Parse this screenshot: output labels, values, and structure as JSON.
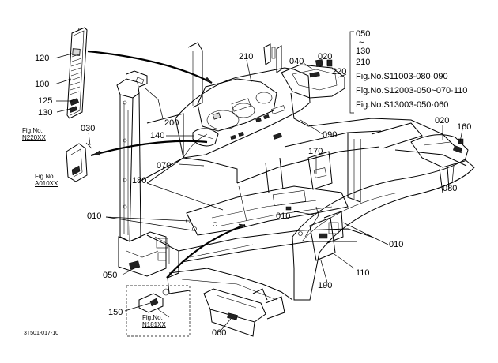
{
  "diagram": {
    "parts": [
      {
        "id": "p120",
        "label": "120"
      },
      {
        "id": "p100",
        "label": "100"
      },
      {
        "id": "p125",
        "label": "125"
      },
      {
        "id": "p130",
        "label": "130"
      },
      {
        "id": "p030",
        "label": "030"
      },
      {
        "id": "p210",
        "label": "210"
      },
      {
        "id": "p040",
        "label": "040"
      },
      {
        "id": "p020a",
        "label": "020"
      },
      {
        "id": "p220",
        "label": "220"
      },
      {
        "id": "p200",
        "label": "200"
      },
      {
        "id": "p140",
        "label": "140"
      },
      {
        "id": "p090",
        "label": "090"
      },
      {
        "id": "p020b",
        "label": "020"
      },
      {
        "id": "p160",
        "label": "160"
      },
      {
        "id": "p070",
        "label": "070"
      },
      {
        "id": "p170",
        "label": "170"
      },
      {
        "id": "p180",
        "label": "180"
      },
      {
        "id": "p080",
        "label": "080"
      },
      {
        "id": "p010a",
        "label": "010"
      },
      {
        "id": "p010b",
        "label": "010"
      },
      {
        "id": "p010c",
        "label": "010"
      },
      {
        "id": "p050",
        "label": "050"
      },
      {
        "id": "p110",
        "label": "110"
      },
      {
        "id": "p190",
        "label": "190"
      },
      {
        "id": "p150",
        "label": "150"
      },
      {
        "id": "p060",
        "label": "060"
      }
    ],
    "refs": [
      {
        "id": "r1",
        "fig": "Fig.No.",
        "code": "N220XX"
      },
      {
        "id": "r2",
        "fig": "Fig.No.",
        "code": "A010XX"
      },
      {
        "id": "r3",
        "fig": "Fig.No.",
        "code": "N181XX"
      }
    ],
    "bracket_lines": [
      "050",
      "~",
      "130",
      "210",
      "Fig.No.S11003-080·090",
      "Fig.No.S12003-050~070·110",
      "Fig.No.S13003-050·060"
    ],
    "drawing_code": "3T501-017-10"
  }
}
